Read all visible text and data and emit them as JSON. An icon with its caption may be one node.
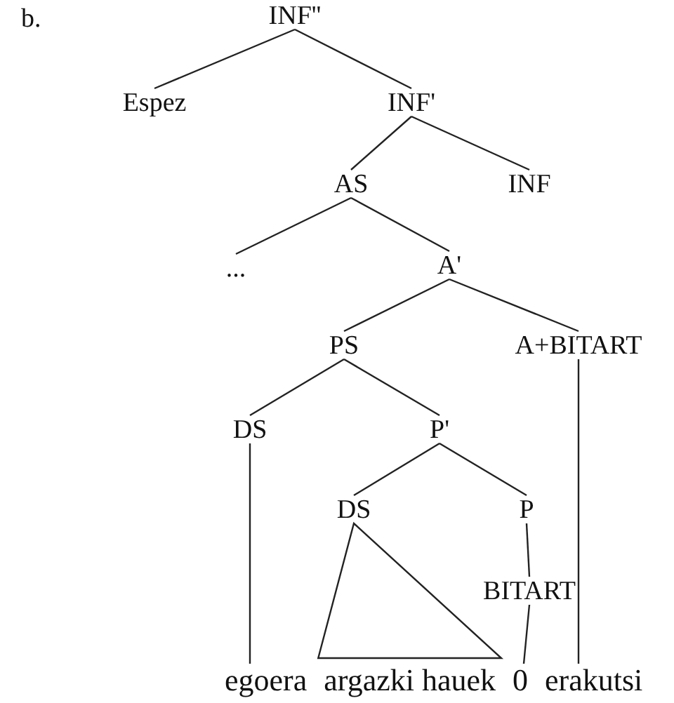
{
  "diagram": {
    "nodes": [
      {
        "text": [
          "INF''"
        ]
      },
      {
        "text": [
          "Espez"
        ]
      },
      {
        "text": [
          "INF'"
        ]
      },
      {
        "text": [
          "AS"
        ]
      },
      {
        "text": [
          "INF"
        ]
      },
      {
        "text": [
          "..."
        ]
      },
      {
        "text": [
          "A'"
        ]
      },
      {
        "text": [
          "PS"
        ]
      },
      {
        "text": [
          "A+BITART"
        ]
      },
      {
        "text": [
          "DS"
        ]
      },
      {
        "text": [
          "P'"
        ]
      },
      {
        "text": [
          "DS"
        ]
      },
      {
        "text": [
          "P"
        ]
      },
      {
        "text": [
          "BITART"
        ]
      },
      {
        "text": [
          "egoera"
        ]
      },
      {
        "text": [
          "argazki hauek"
        ]
      },
      {
        "text": [
          "0"
        ]
      },
      {
        "text": [
          "erakutsi"
        ]
      }
    ],
    "edges": [
      {
        "from": 0,
        "to": 1,
        "arrow": "none"
      },
      {
        "from": 0,
        "to": 2,
        "arrow": "none"
      },
      {
        "from": 2,
        "to": 3,
        "arrow": "none"
      },
      {
        "from": 2,
        "to": 4,
        "arrow": "none"
      },
      {
        "from": 3,
        "to": 5,
        "arrow": "none"
      },
      {
        "from": 3,
        "to": 6,
        "arrow": "none"
      },
      {
        "from": 6,
        "to": 7,
        "arrow": "none"
      },
      {
        "from": 6,
        "to": 8,
        "arrow": "none"
      },
      {
        "from": 7,
        "to": 9,
        "arrow": "none"
      },
      {
        "from": 7,
        "to": 10,
        "arrow": "none"
      },
      {
        "from": 10,
        "to": 11,
        "arrow": "none"
      },
      {
        "from": 10,
        "to": 12,
        "arrow": "none"
      },
      {
        "from": 9,
        "to": 14,
        "arrow": "none"
      },
      {
        "from": 11,
        "to": 15,
        "arrow": "none"
      },
      {
        "from": 12,
        "to": 13,
        "arrow": "none"
      },
      {
        "from": 13,
        "to": 16,
        "arrow": "none"
      },
      {
        "from": 8,
        "to": 17,
        "arrow": "none"
      }
    ],
    "labels": [
      "b."
    ]
  }
}
